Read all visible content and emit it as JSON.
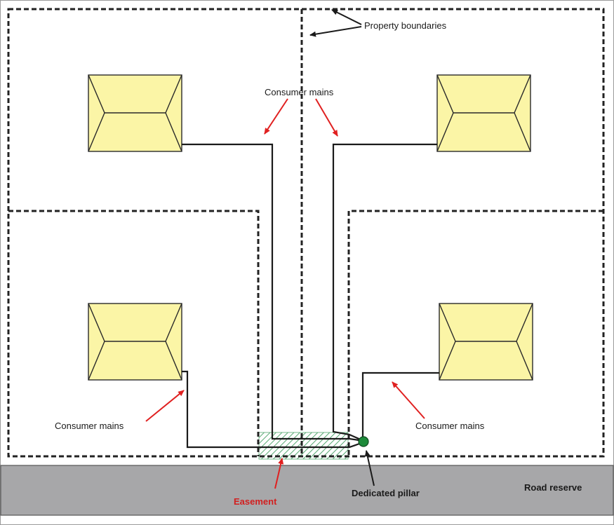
{
  "labels": {
    "property_boundaries": "Property boundaries",
    "consumer_mains": "Consumer mains",
    "easement": "Easement",
    "dedicated_pillar": "Dedicated pillar",
    "road_reserve": "Road reserve"
  },
  "colors": {
    "road": "#a7a7a9",
    "house_roof": "#fbf5a6",
    "pillar": "#1d8a3a",
    "easement_hatch": "#3a9a5a",
    "arrow_red": "#e02020"
  },
  "icons": {
    "house": "house-roof-icon",
    "pillar": "pillar-dot-icon"
  }
}
